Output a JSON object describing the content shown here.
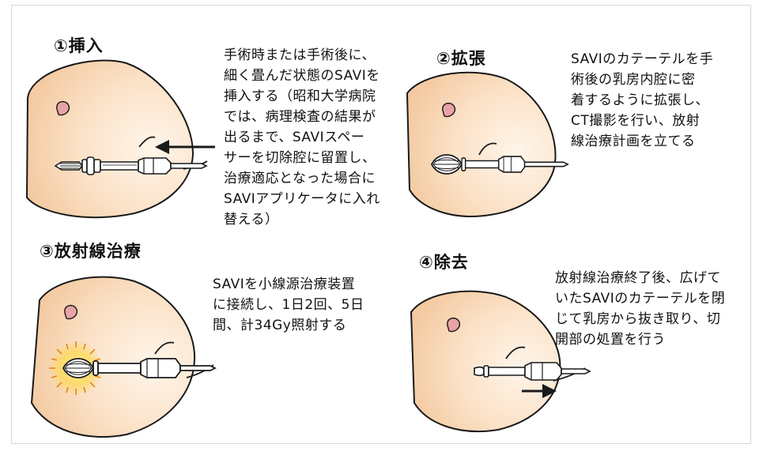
{
  "steps": [
    {
      "title": "①挿入",
      "description": "手術時または手術後に、\n細く畳んだ状態のSAVIを\n挿入する（昭和大学病院\nでは、病理検査の結果が\n出るまで、SAVIスペー\nサーを切除腔に留置し、\n治療適応となった場合に\nSAVIアプリケータに入れ\n替える）"
    },
    {
      "title": "②拡張",
      "description": "SAVIのカテーテルを手\n術後の乳房内腔に密\n着するように拡張し、\nCT撮影を行い、放射\n線治療計画を立てる"
    },
    {
      "title": "③放射線治療",
      "description": "SAVIを小線源治療装置\nに接続し、1日2回、5日\n間、計34Gy照射する"
    },
    {
      "title": "④除去",
      "description": "放射線治療終了後、広げて\nいたSAVIのカテーテルを閉\nじて乳房から抜き取り、切\n開部の処置を行う"
    }
  ],
  "colors": {
    "skin": "#f8d8b6",
    "skin_light": "#fdeedd",
    "nipple": "#e8a3a6",
    "outline": "#1a1a1a",
    "glow": "#ffd23a",
    "rays": "#e07a00"
  },
  "icons": [
    "arrow-left-icon",
    "arrow-right-icon"
  ]
}
